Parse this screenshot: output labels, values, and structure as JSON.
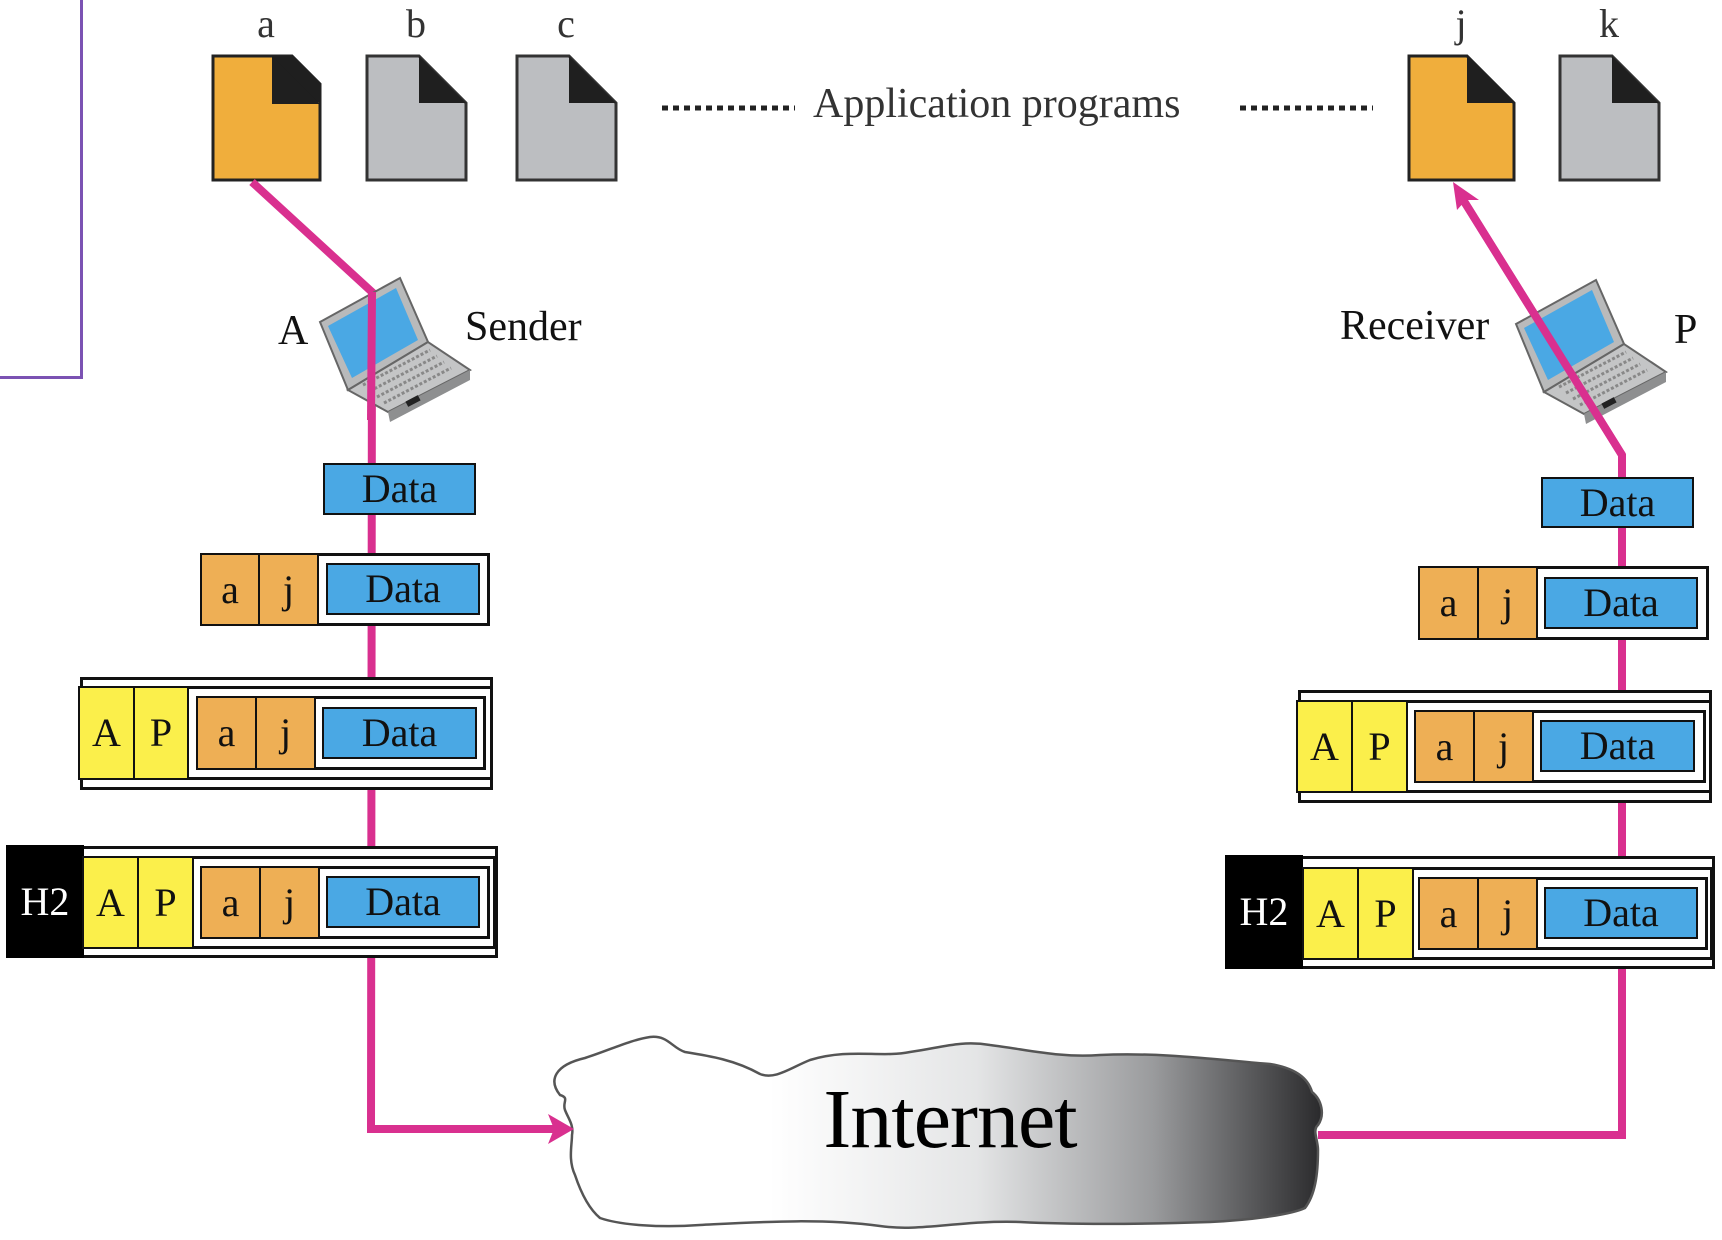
{
  "figure": {
    "header_label": "Application programs",
    "colors": {
      "path": "#d9308f",
      "data": "#4aa8e4",
      "app_address": "#eeaf55",
      "host_address": "#fbef4b",
      "link_header": "#000000",
      "doc_selected": "#f0ae3c",
      "doc_other": "#bcbec1",
      "frame": "#7b52b3"
    },
    "documents": [
      {
        "label": "a",
        "selected": true
      },
      {
        "label": "b",
        "selected": false
      },
      {
        "label": "c",
        "selected": false
      },
      {
        "label": "j",
        "selected": true
      },
      {
        "label": "k",
        "selected": false
      }
    ],
    "sender": {
      "id": "A",
      "role": "Sender"
    },
    "receiver": {
      "id": "P",
      "role": "Receiver"
    },
    "network": {
      "label": "Internet"
    },
    "packet": {
      "data": "Data",
      "src_app": "a",
      "dst_app": "j",
      "src_host": "A",
      "dst_host": "P",
      "link": "H2"
    }
  }
}
